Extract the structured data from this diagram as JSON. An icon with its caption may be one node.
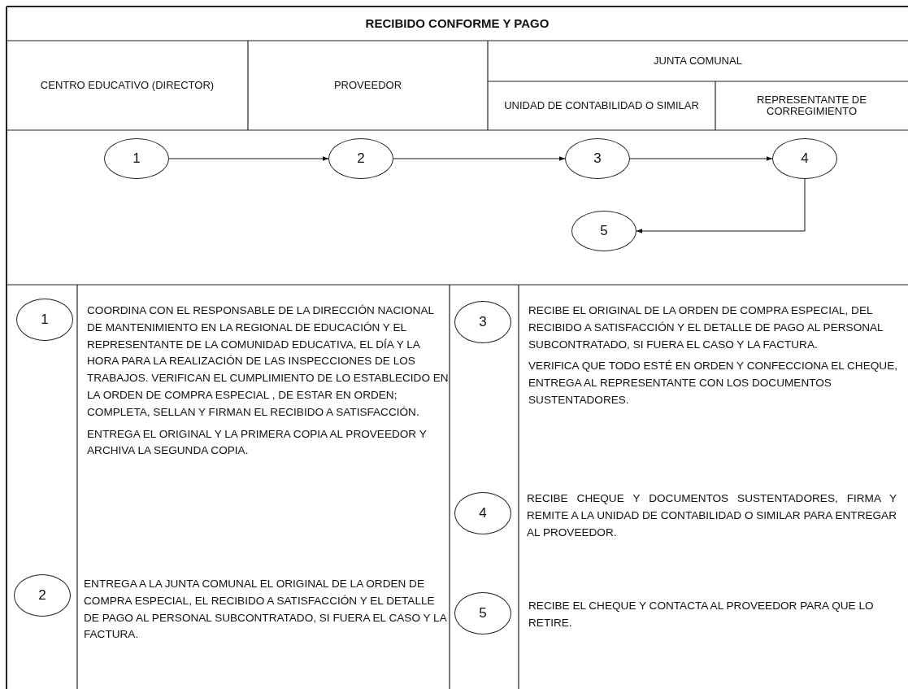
{
  "diagram": {
    "title": "RECIBIDO CONFORME Y PAGO",
    "nodes": [
      {
        "text": [
          "1"
        ]
      },
      {
        "text": [
          "2"
        ]
      },
      {
        "text": [
          "3"
        ]
      },
      {
        "text": [
          "4"
        ]
      },
      {
        "text": [
          "5"
        ]
      },
      {
        "text": [
          "1"
        ],
        "beside": [
          "COORDINA CON EL RESPONSABLE DE LA DIRECCIÓN NACIONAL DE MANTENIMIENTO EN LA REGIONAL DE EDUCACIÓN Y EL REPRESENTANTE DE LA COMUNIDAD EDUCATIVA, EL DÍA Y LA HORA PARA LA REALIZACIÓN DE LAS INSPECCIONES DE LOS TRABAJOS. VERIFICAN EL CUMPLIMIENTO DE LO ESTABLECIDO EN LA ORDEN DE COMPRA ESPECIAL , DE ESTAR EN ORDEN; COMPLETA, SELLAN Y FIRMAN EL RECIBIDO A SATISFACCIÓN.",
          "ENTREGA EL ORIGINAL Y LA PRIMERA COPIA AL PROVEEDOR Y ARCHIVA LA SEGUNDA COPIA."
        ]
      },
      {
        "text": [
          "2"
        ],
        "beside": [
          "ENTREGA A LA JUNTA COMUNAL EL ORIGINAL DE LA ORDEN DE COMPRA ESPECIAL, EL RECIBIDO A SATISFACCIÓN Y EL DETALLE DE PAGO AL PERSONAL SUBCONTRATADO, SI FUERA EL CASO Y LA FACTURA."
        ]
      },
      {
        "text": [
          "3"
        ],
        "beside": [
          "RECIBE EL ORIGINAL DE LA ORDEN DE COMPRA ESPECIAL, DEL RECIBIDO A SATISFACCIÓN Y EL DETALLE DE PAGO AL PERSONAL SUBCONTRATADO, SI FUERA EL CASO Y LA FACTURA.",
          "VERIFICA QUE TODO ESTÉ EN ORDEN Y CONFECCIONA EL CHEQUE, ENTREGA AL REPRESENTANTE CON LOS DOCUMENTOS SUSTENTADORES."
        ]
      },
      {
        "text": [
          "4"
        ],
        "beside": [
          "RECIBE CHEQUE Y DOCUMENTOS SUSTENTADORES, FIRMA Y REMITE A LA UNIDAD DE CONTABILIDAD O SIMILAR PARA ENTREGAR AL PROVEEDOR."
        ]
      },
      {
        "text": [
          "5"
        ],
        "beside": [
          "RECIBE EL CHEQUE Y CONTACTA AL PROVEEDOR PARA QUE LO RETIRE."
        ]
      }
    ],
    "edges": [
      {
        "from": 0,
        "to": 1,
        "arrow": "to"
      },
      {
        "from": 1,
        "to": 2,
        "arrow": "to"
      },
      {
        "from": 2,
        "to": 3,
        "arrow": "to"
      },
      {
        "from": 3,
        "to": 4,
        "arrow": "to"
      }
    ],
    "labels": [
      "CENTRO EDUCATIVO (DIRECTOR)",
      "PROVEEDOR",
      "JUNTA COMUNAL",
      "UNIDAD DE CONTABILIDAD O SIMILAR",
      "REPRESENTANTE DE CORREGIMIENTO"
    ]
  }
}
